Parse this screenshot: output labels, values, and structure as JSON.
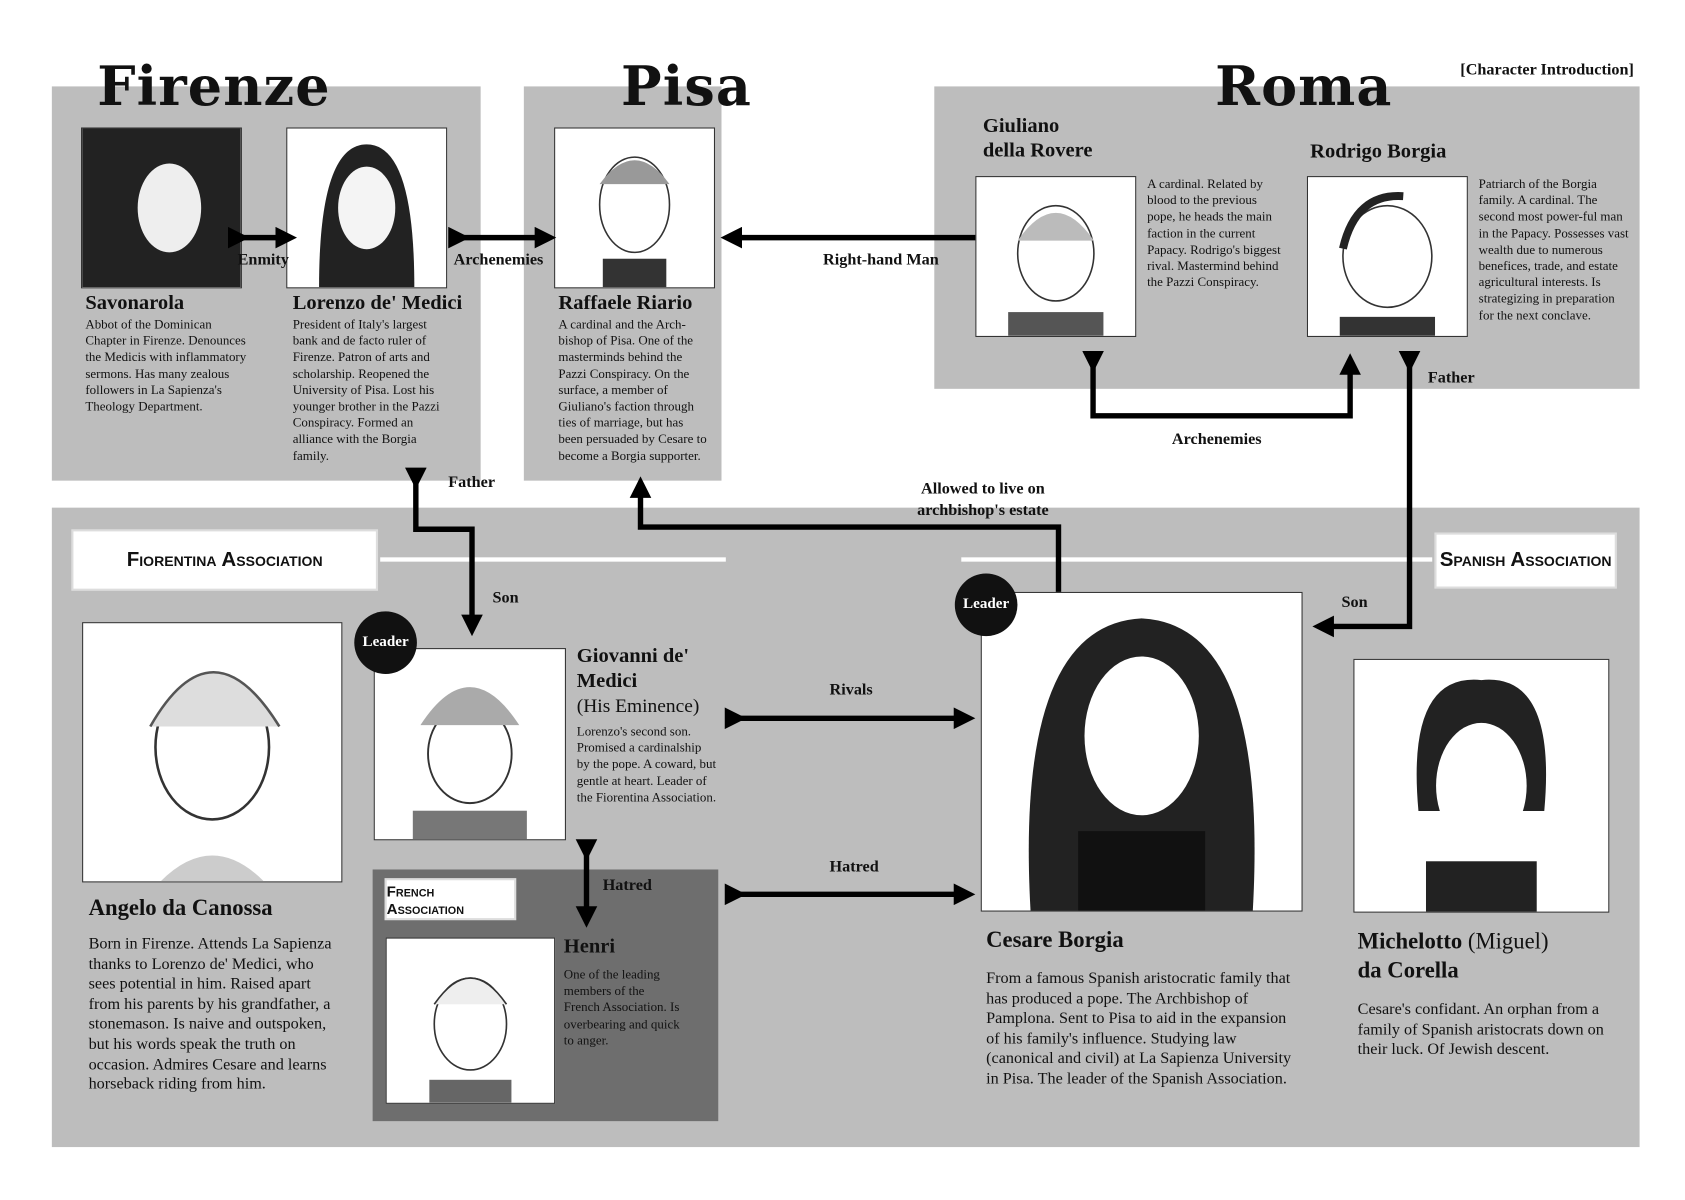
{
  "header": {
    "title": "[Character Introduction]"
  },
  "cities": {
    "firenze": "Firenze",
    "pisa": "Pisa",
    "roma": "Roma"
  },
  "characters": {
    "savonarola": {
      "name": "Savonarola",
      "desc": "Abbot of the Dominican Chapter in Firenze. Denounces the Medicis with inflammatory sermons. Has many zealous followers in La Sapienza's Theology Department."
    },
    "lorenzo": {
      "name": "Lorenzo de' Medici",
      "desc": "President of Italy's largest bank and de facto ruler of Firenze. Patron of arts and scholarship. Reopened the University of Pisa. Lost his younger brother in the Pazzi Conspiracy. Formed an alliance with the Borgia family."
    },
    "raffaele": {
      "name": "Raffaele Riario",
      "desc": "A cardinal and the Arch-bishop of Pisa. One of the masterminds behind the Pazzi Conspiracy. On the surface, a member of Giuliano's faction through ties of marriage, but has been persuaded by Cesare to become a Borgia supporter."
    },
    "giuliano": {
      "name": "Giuliano della Rovere",
      "desc": "A cardinal. Related by blood to the previous pope, he heads the main faction in the current Papacy. Rodrigo's biggest rival. Mastermind behind the Pazzi Conspiracy."
    },
    "rodrigo": {
      "name": "Rodrigo Borgia",
      "desc": "Patriarch of the Borgia family. A cardinal. The second most power-ful man in the Papacy. Possesses vast wealth due to numerous benefices, trade, and estate agricultural interests. Is strategizing in preparation for the next conclave."
    },
    "angelo": {
      "name": "Angelo da Canossa",
      "desc": "Born in Firenze. Attends La Sapienza thanks to Lorenzo de' Medici, who sees potential in him. Raised apart from his parents by his grandfather, a stonemason. Is naive and outspoken, but his words speak the truth on occasion. Admires Cesare and learns horseback riding from him."
    },
    "giovanni": {
      "name": "Giovanni de' Medici",
      "subtitle": "(His Eminence)",
      "desc": "Lorenzo's second son. Promised a cardinalship by the pope. A coward, but gentle at heart. Leader of the Fiorentina Association."
    },
    "henri": {
      "name": "Henri",
      "desc": "One of the leading members of the French Association. Is overbearing and quick to anger."
    },
    "cesare": {
      "name": "Cesare Borgia",
      "desc": "From a famous Spanish aristocratic family that has produced a pope. The Archbishop of Pamplona. Sent to Pisa to aid in the expansion of his family's influence. Studying law (canonical and civil) at La Sapienza University in Pisa. The leader of the Spanish Association."
    },
    "michelotto": {
      "name": "Michelotto",
      "alias": "(Miguel)",
      "name2": "da Corella",
      "desc": "Cesare's confidant. An orphan from a family of Spanish aristocrats down on their luck. Of Jewish descent."
    }
  },
  "associations": {
    "fiorentina": "Fiorentina Association",
    "spanish": "Spanish Association",
    "french": "French Association"
  },
  "badges": {
    "leader": "Leader"
  },
  "relations": {
    "enmity": "Enmity",
    "archenemies1": "Archenemies",
    "right_hand": "Right-hand Man",
    "archenemies2": "Archenemies",
    "father1": "Father",
    "son1": "Son",
    "father2": "Father",
    "son2": "Son",
    "allowed": "Allowed to live on archbishop's estate",
    "rivals": "Rivals",
    "hatred1": "Hatred",
    "hatred2": "Hatred"
  }
}
